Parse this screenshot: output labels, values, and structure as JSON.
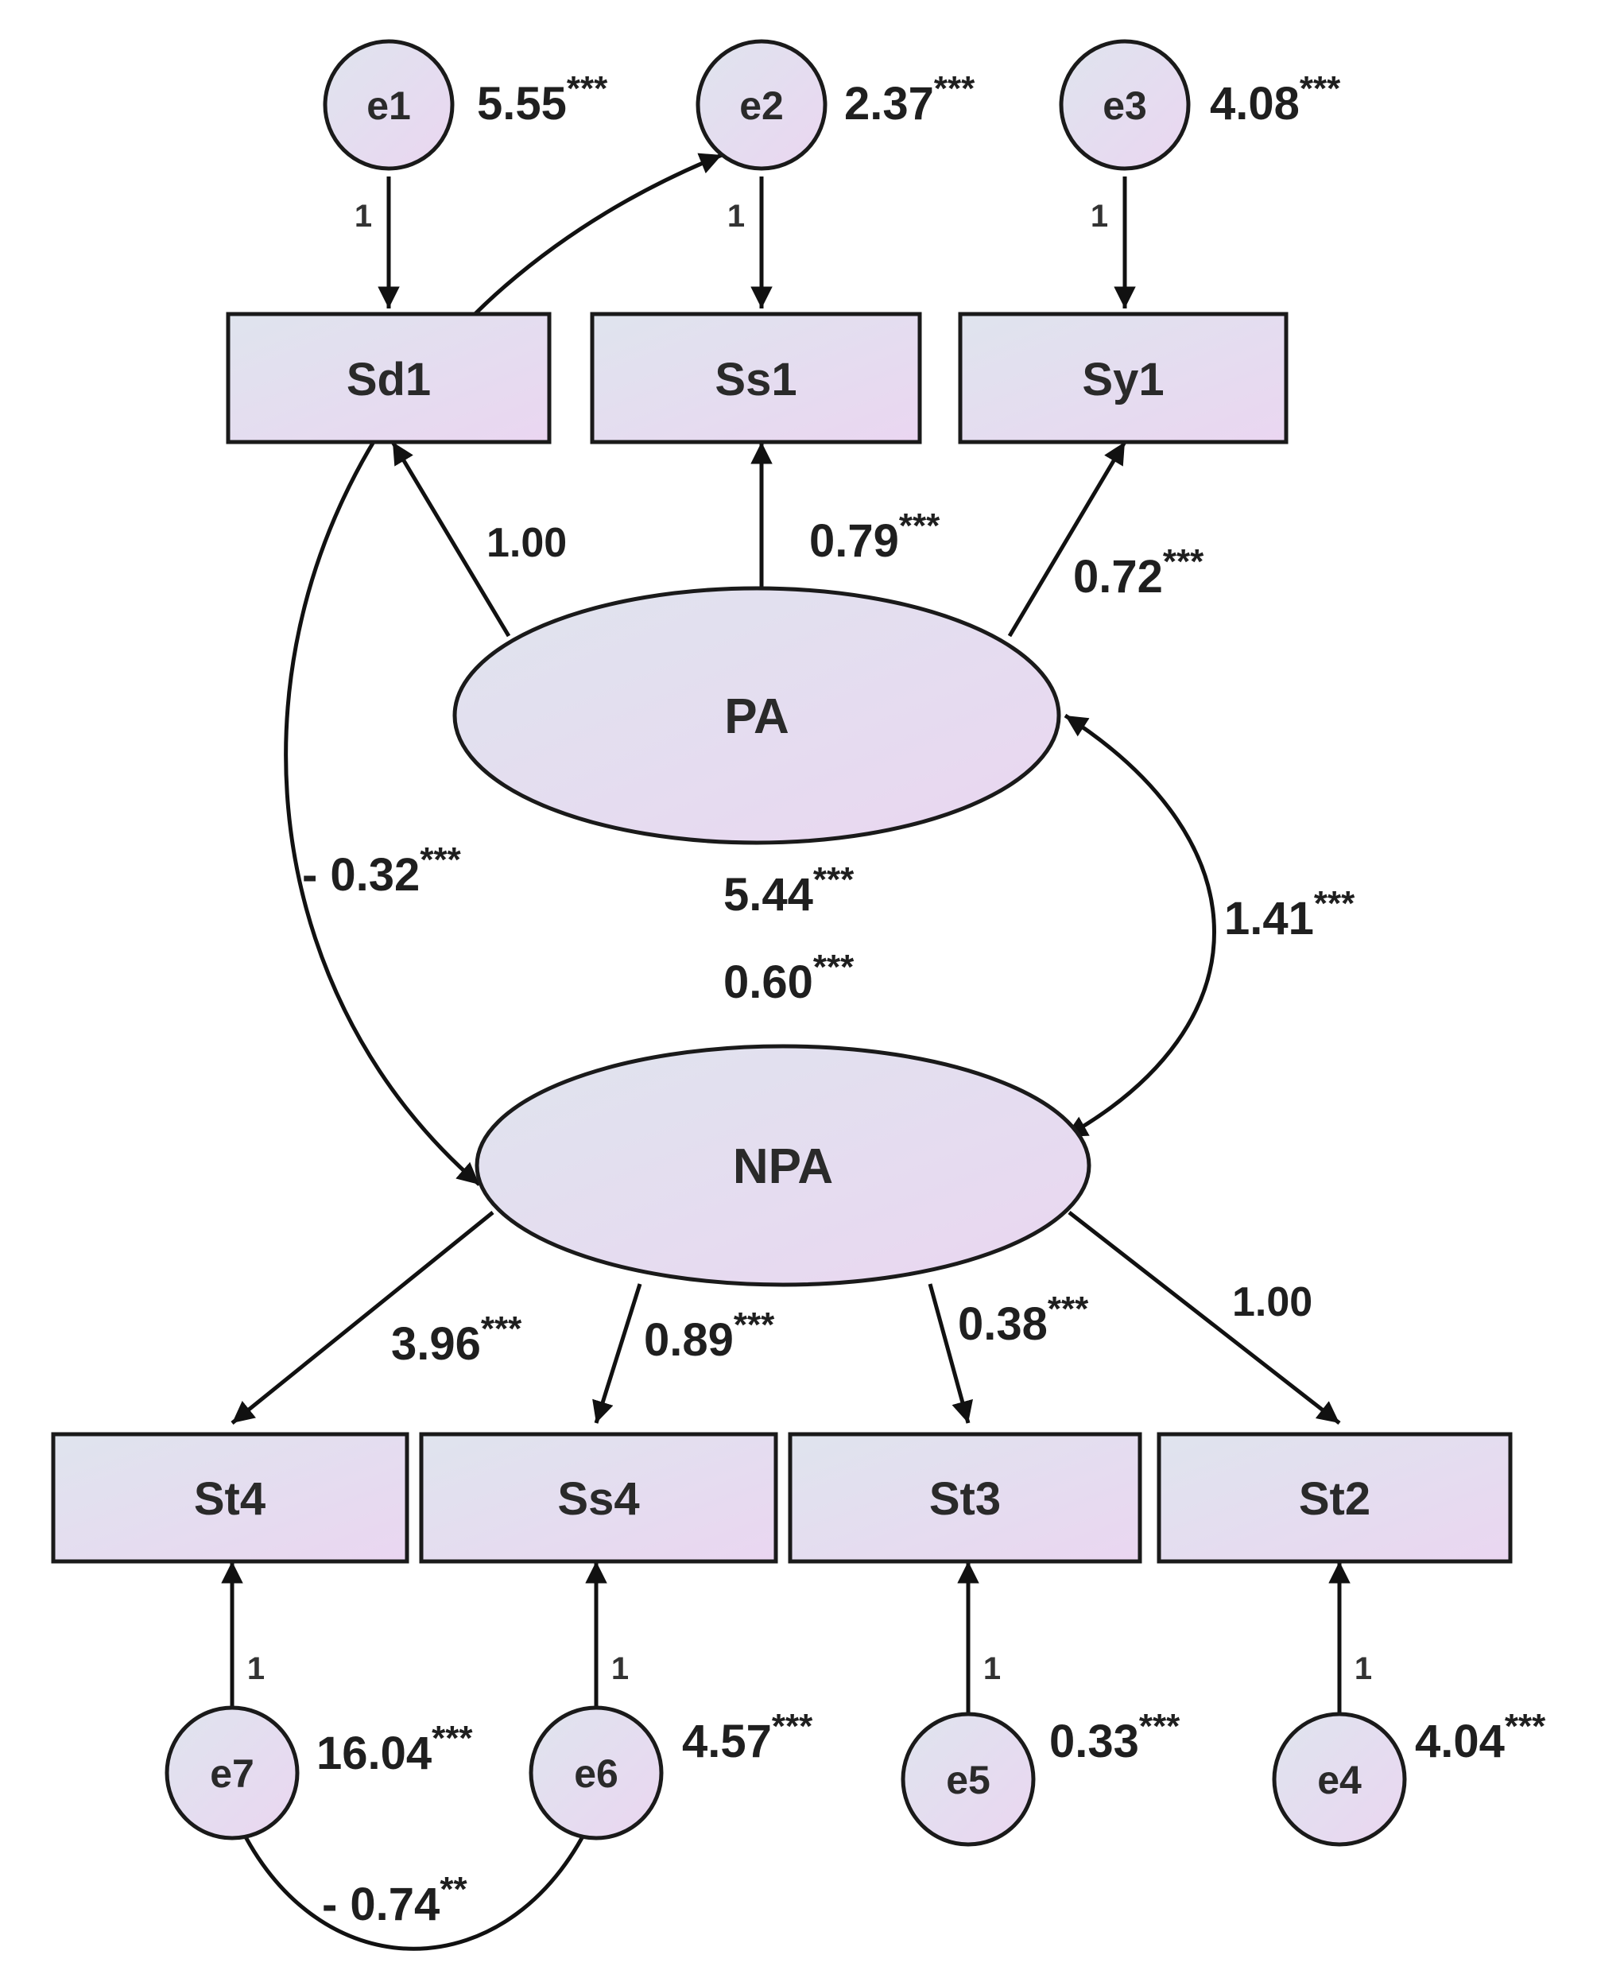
{
  "colors": {
    "fill_start": "#dfe4ee",
    "fill_end": "#ead6f1",
    "stroke": "#1a1a1a"
  },
  "latents": {
    "pa": "PA",
    "npa": "NPA"
  },
  "observed": {
    "sd1": "Sd1",
    "ss1": "Ss1",
    "sy1": "Sy1",
    "st4": "St4",
    "ss4": "Ss4",
    "st3": "St3",
    "st2": "St2"
  },
  "errors": {
    "e1": "e1",
    "e2": "e2",
    "e3": "e3",
    "e4": "e4",
    "e5": "e5",
    "e6": "e6",
    "e7": "e7"
  },
  "error_variances": {
    "e1": {
      "value": "5.55",
      "sig": "***"
    },
    "e2": {
      "value": "2.37",
      "sig": "***"
    },
    "e3": {
      "value": "4.08",
      "sig": "***"
    },
    "e7": {
      "value": "16.04",
      "sig": "***"
    },
    "e6": {
      "value": "4.57",
      "sig": "***"
    },
    "e5": {
      "value": "0.33",
      "sig": "***"
    },
    "e4": {
      "value": "4.04",
      "sig": "***"
    }
  },
  "fixed_paths": {
    "e1": "1",
    "e2": "1",
    "e3": "1",
    "e7": "1",
    "e6": "1",
    "e5": "1",
    "e4": "1"
  },
  "loadings": {
    "pa_sd1": {
      "value": "1.00",
      "sig": ""
    },
    "pa_ss1": {
      "value": "0.79",
      "sig": "***"
    },
    "pa_sy1": {
      "value": "0.72",
      "sig": "***"
    },
    "npa_st4": {
      "value": "3.96",
      "sig": "***"
    },
    "npa_ss4": {
      "value": "0.89",
      "sig": "***"
    },
    "npa_st3": {
      "value": "0.38",
      "sig": "***"
    },
    "npa_st2": {
      "value": "1.00",
      "sig": ""
    }
  },
  "latent_variances": {
    "pa": {
      "value": "5.44",
      "sig": "***"
    },
    "npa": {
      "value": "0.60",
      "sig": "***"
    }
  },
  "covariances": {
    "e2_npa": {
      "value": "- 0.32",
      "sig": "***"
    },
    "pa_npa": {
      "value": "1.41",
      "sig": "***"
    },
    "e7_e6": {
      "value": "- 0.74",
      "sig": "**"
    }
  }
}
